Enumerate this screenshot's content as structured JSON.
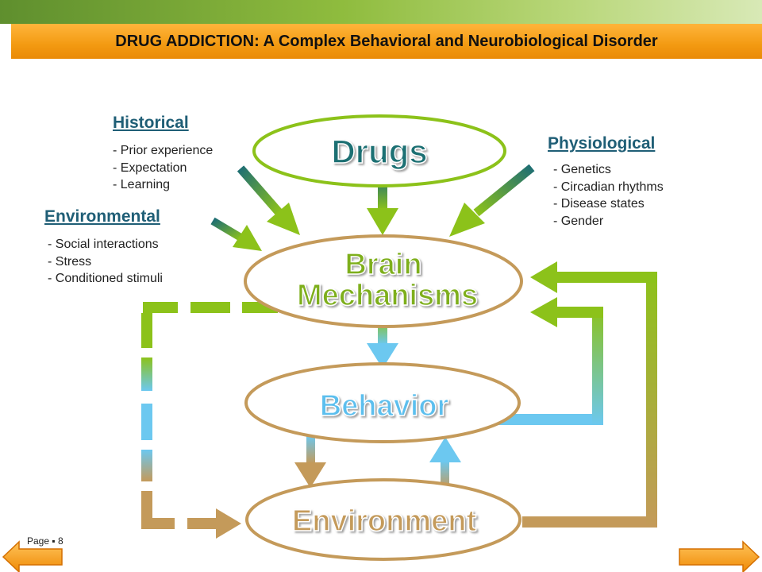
{
  "header": {
    "title": "DRUG ADDICTION: A Complex Behavioral and Neurobiological Disorder"
  },
  "nodes": {
    "drugs": "Drugs",
    "brain_line1": "Brain",
    "brain_line2": "Mechanisms",
    "behavior": "Behavior",
    "environment": "Environment"
  },
  "factors": {
    "historical": {
      "heading": "Historical",
      "items": [
        "- Prior experience",
        "- Expectation",
        "- Learning"
      ]
    },
    "environmental": {
      "heading": "Environmental",
      "items": [
        "- Social interactions",
        "- Stress",
        "- Conditioned stimuli"
      ]
    },
    "physiological": {
      "heading": "Physiological",
      "items": [
        "- Genetics",
        "- Circadian rhythms",
        "- Disease states",
        "- Gender"
      ]
    }
  },
  "footer": {
    "page_label": "Page ▪ 8"
  },
  "colors": {
    "orange_bar": "#f39a12",
    "green": "#8cc21a",
    "tan": "#c49a5a",
    "light_blue": "#6cc8f0",
    "teal_text": "#1f5e76"
  },
  "icons": {
    "previous": "left-arrow-icon",
    "next": "right-arrow-icon"
  }
}
